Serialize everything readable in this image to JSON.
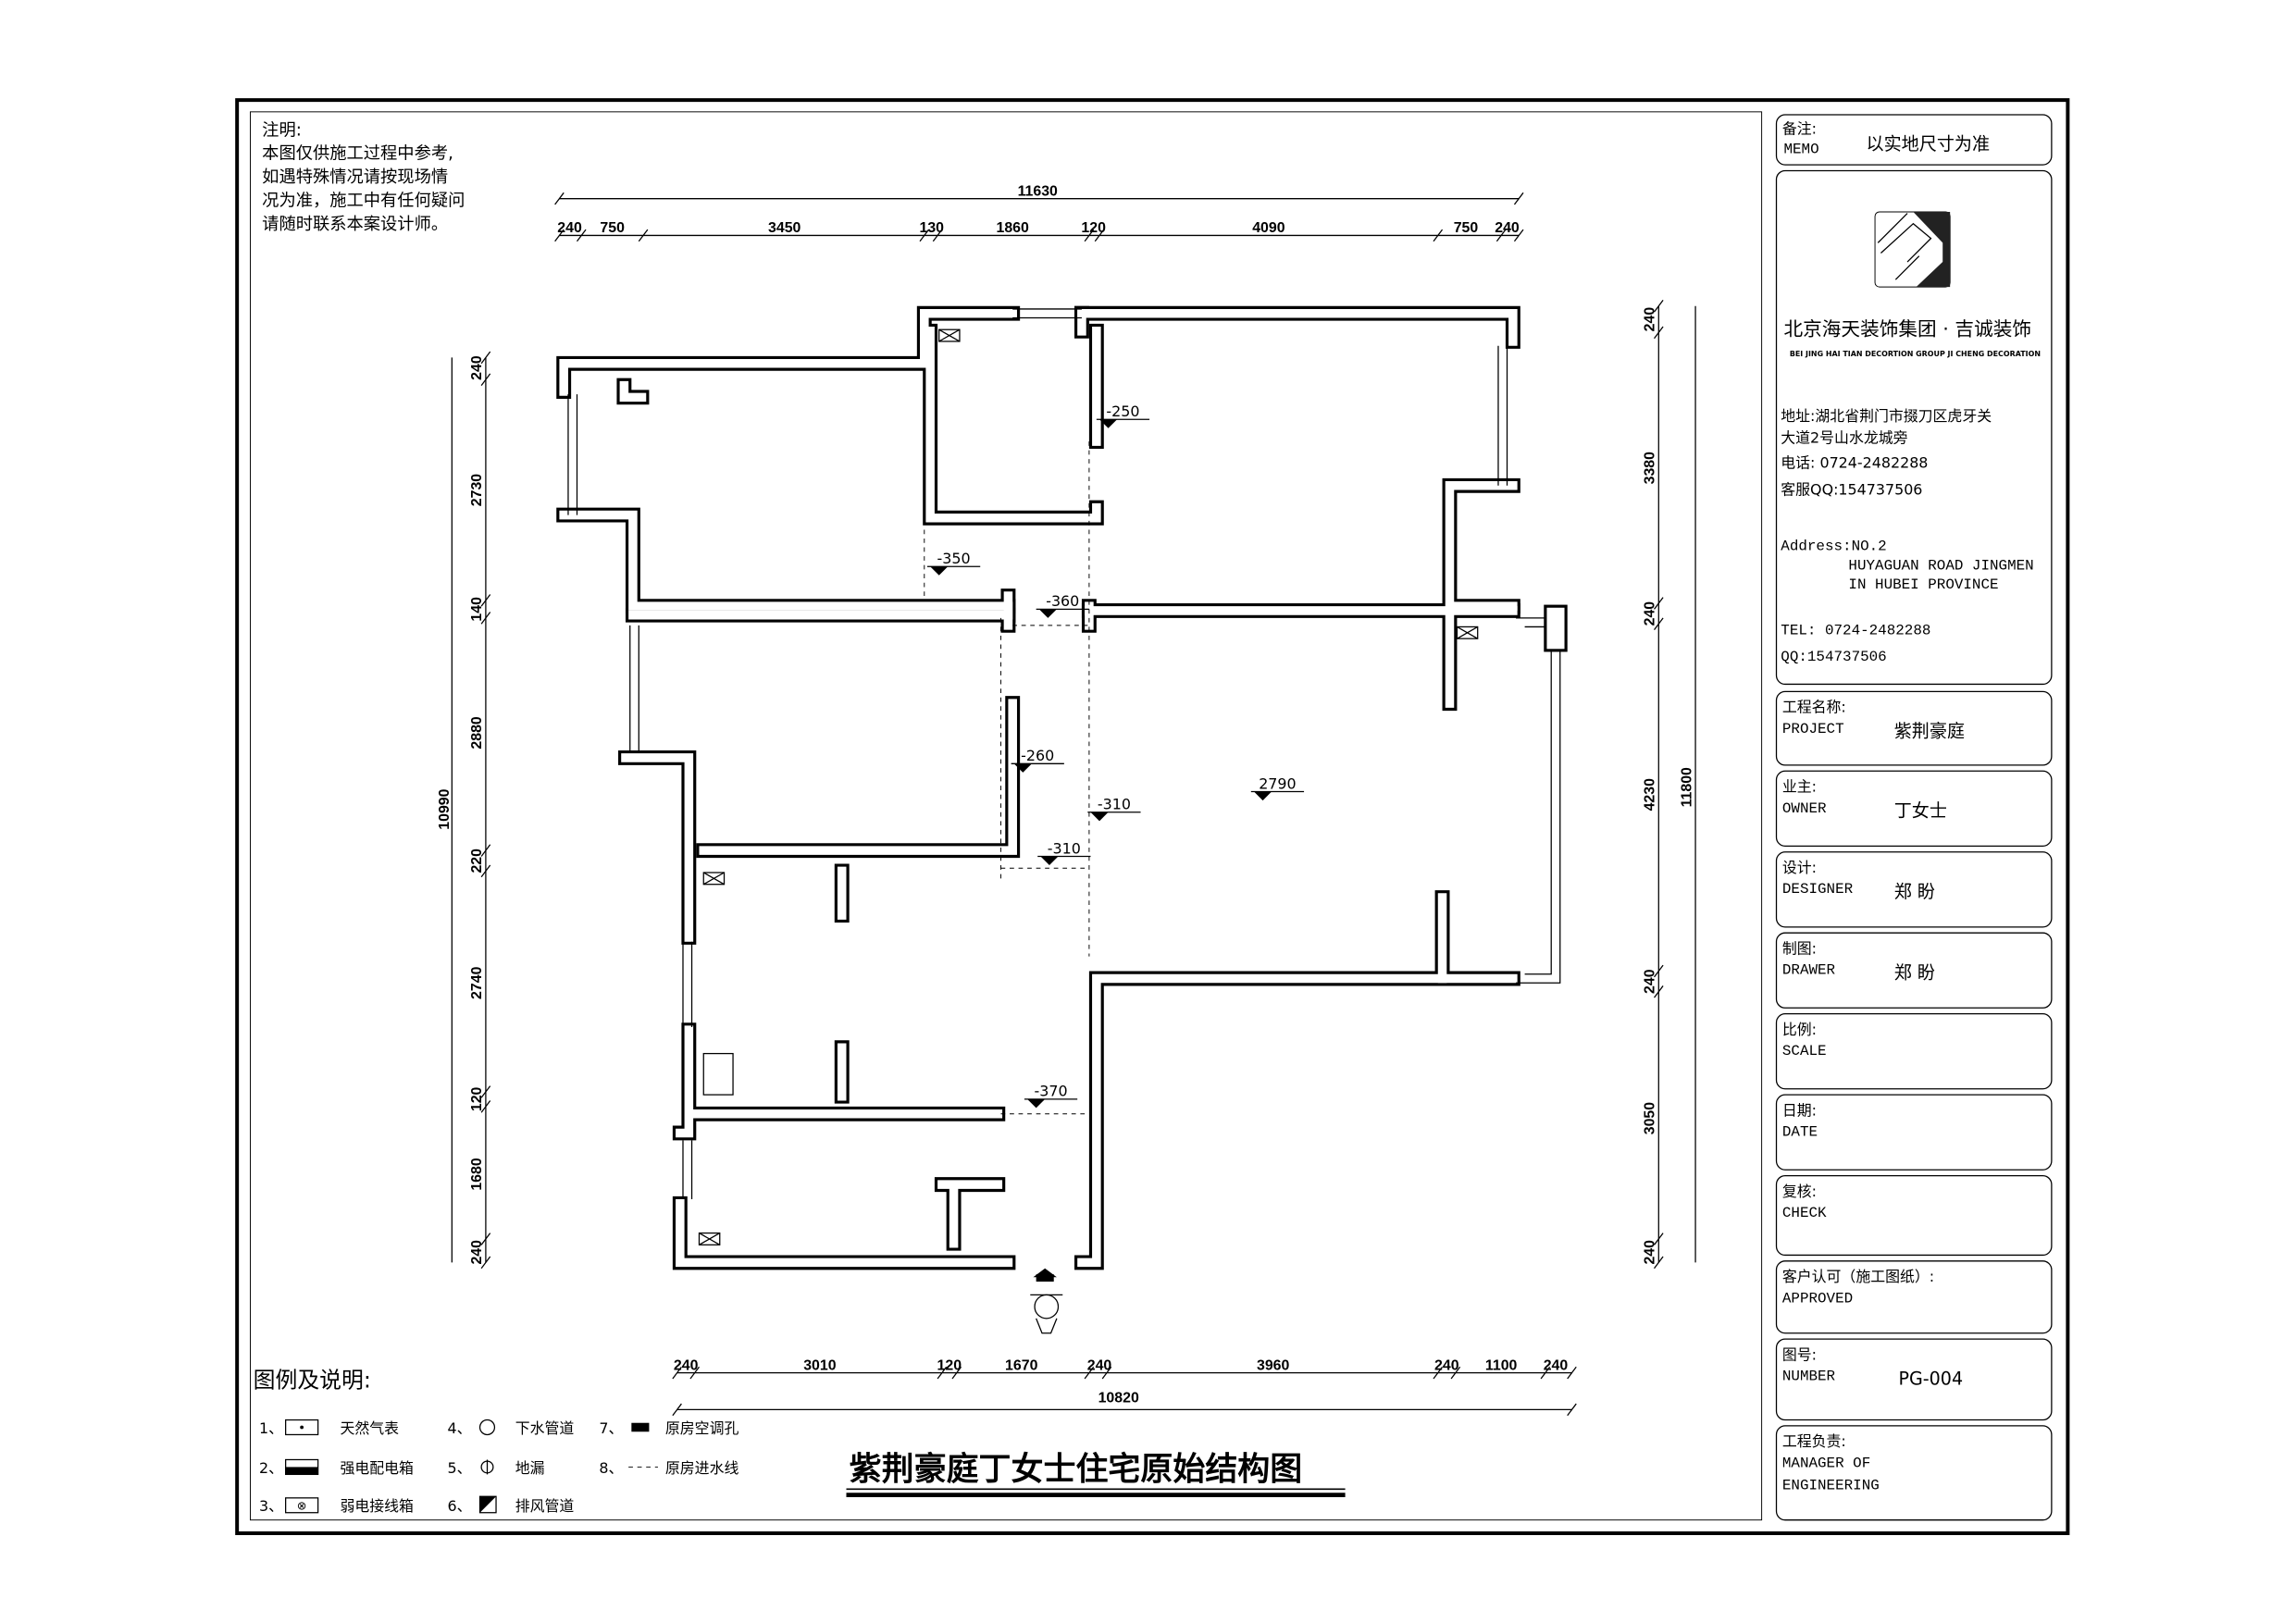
{
  "notes": {
    "title": "注明:",
    "lines": [
      "本图仅供施工过程中参考,",
      "如遇特殊情况请按现场情",
      "况为准，施工中有任何疑问",
      "请随时联系本案设计师。"
    ]
  },
  "title_block": {
    "memo_label": "备注:",
    "memo_label_en": "MEMO",
    "memo_value": "以实地尺寸为准",
    "company_cn": "北京海天装饰集团 · 吉诚装饰",
    "company_en": "BEI JING HAI TIAN DECORTION GROUP  JI CHENG DECORATION",
    "address_cn_1": "地址:湖北省荆门市掇刀区虎牙关",
    "address_cn_2": "大道2号山水龙城旁",
    "phone_cn": "电话: 0724-2482288",
    "qq_cn": "客服QQ:154737506",
    "address_en_1": "Address:NO.2",
    "address_en_2": "HUYAGUAN ROAD JINGMEN",
    "address_en_3": "IN HUBEI PROVINCE",
    "tel_en": "TEL: 0724-2482288",
    "qq_en": "QQ:154737506",
    "fields": [
      {
        "cn": "工程名称:",
        "en": "PROJECT",
        "value": "紫荆豪庭"
      },
      {
        "cn": "业主:",
        "en": "OWNER",
        "value": "丁女士"
      },
      {
        "cn": "设计:",
        "en": "DESIGNER",
        "value": "郑 盼"
      },
      {
        "cn": "制图:",
        "en": "DRAWER",
        "value": "郑 盼"
      },
      {
        "cn": "比例:",
        "en": "SCALE",
        "value": ""
      },
      {
        "cn": "日期:",
        "en": "DATE",
        "value": ""
      },
      {
        "cn": "复核:",
        "en": "CHECK",
        "value": ""
      },
      {
        "cn": "客户认可（施工图纸）:",
        "en": "APPROVED",
        "value": ""
      },
      {
        "cn": "图号:",
        "en": "NUMBER",
        "value": "PG-004"
      },
      {
        "cn": "工程负责:",
        "en": "MANAGER OF",
        "en2": "ENGINEERING",
        "value": ""
      }
    ]
  },
  "dimensions": {
    "top_total": "11630",
    "top": [
      "240",
      "750",
      "3450",
      "130",
      "1860",
      "120",
      "4090",
      "750",
      "240"
    ],
    "left_total": "10990",
    "left": [
      "240",
      "2730",
      "140",
      "2880",
      "220",
      "2740",
      "120",
      "1680",
      "240"
    ],
    "right_total": "11800",
    "right": [
      "240",
      "3380",
      "240",
      "4230",
      "240",
      "3050",
      "240"
    ],
    "bottom_total": "10820",
    "bottom": [
      "240",
      "3010",
      "120",
      "1670",
      "240",
      "3960",
      "240",
      "1100",
      "240"
    ]
  },
  "levels": [
    "-250",
    "-350",
    "-360",
    "-260",
    "-310",
    "2790",
    "-310",
    "-370"
  ],
  "legend": {
    "title": "图例及说明:",
    "items": [
      {
        "num": "1、",
        "label": "天然气表",
        "icon": "gas-meter"
      },
      {
        "num": "2、",
        "label": "强电配电箱",
        "icon": "power-box"
      },
      {
        "num": "3、",
        "label": "弱电接线箱",
        "icon": "weak-current-box"
      },
      {
        "num": "4、",
        "label": "下水管道",
        "icon": "drain-pipe"
      },
      {
        "num": "5、",
        "label": "地漏",
        "icon": "floor-drain"
      },
      {
        "num": "6、",
        "label": "排风管道",
        "icon": "exhaust-duct"
      },
      {
        "num": "7、",
        "label": "原房空调孔",
        "icon": "ac-hole"
      },
      {
        "num": "8、",
        "label": "原房进水线",
        "icon": "water-line"
      }
    ]
  },
  "drawing_title": "紫荆豪庭丁女士住宅原始结构图"
}
